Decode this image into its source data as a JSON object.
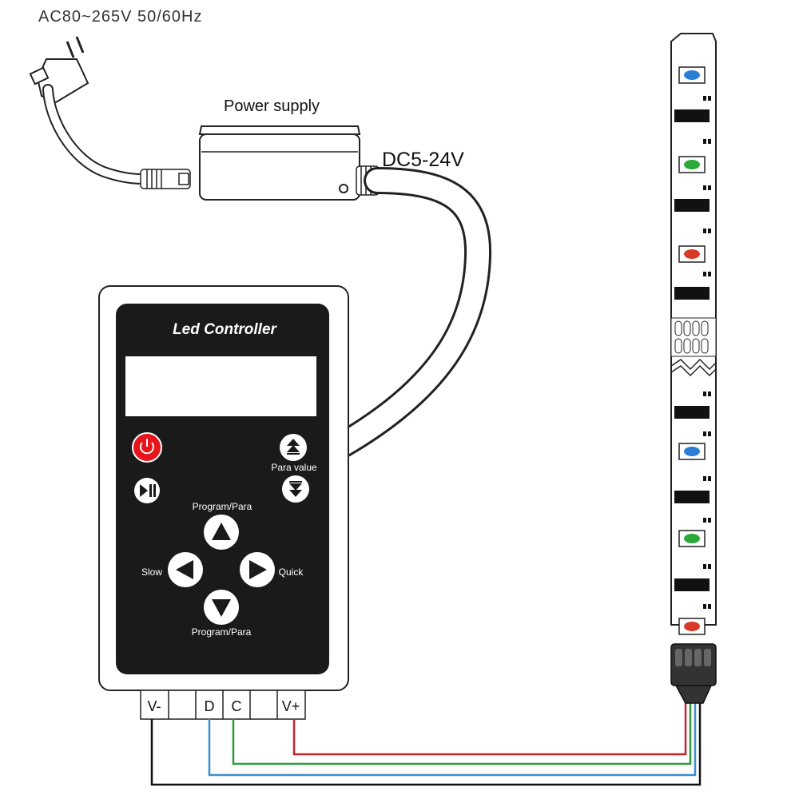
{
  "labels": {
    "ac_input": "AC80~265V 50/60Hz",
    "power_supply": "Power supply",
    "dc_output": "DC5-24V"
  },
  "controller": {
    "title": "Led Controller",
    "para_value": "Para value",
    "program_para_top": "Program/Para",
    "program_para_bottom": "Program/Para",
    "slow": "Slow",
    "quick": "Quick",
    "power_button_color": "#e8141c"
  },
  "terminals": [
    "V-",
    "",
    "D",
    "C",
    "",
    "V+"
  ],
  "wires": {
    "v_minus_color": "#111111",
    "d_color": "#3a8fd0",
    "c_color": "#2e9a3a",
    "v_plus_color": "#c8232b"
  },
  "strip": {
    "led_colors_top": [
      "#2a7fd4",
      "#2aa83a",
      "#d83a2a"
    ],
    "led_colors_bottom": [
      "#2a7fd4",
      "#2aa83a",
      "#d83a2a"
    ]
  }
}
